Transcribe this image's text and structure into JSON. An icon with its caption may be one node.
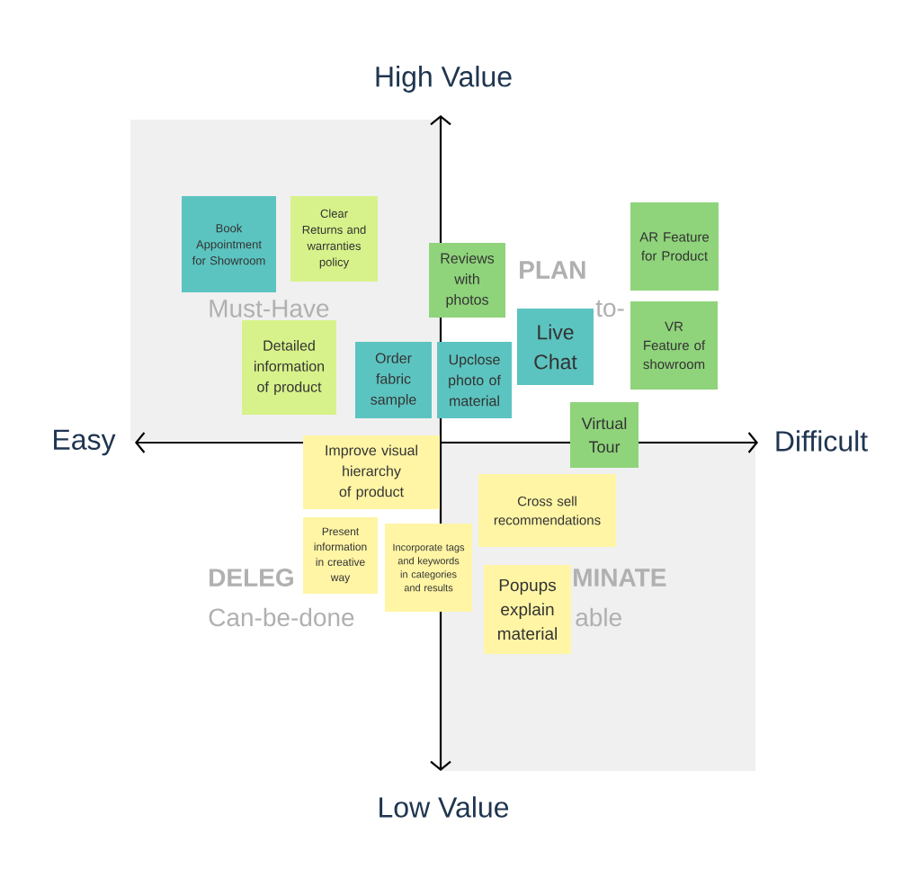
{
  "diagram": {
    "nodes": [
      {
        "text": [
          "Book Appointment for Showroom"
        ]
      },
      {
        "text": [
          "Clear Returns and warranties policy"
        ]
      },
      {
        "text": [
          "Reviews with photos"
        ]
      },
      {
        "text": [
          "AR Feature for Product"
        ]
      },
      {
        "text": [
          "Live Chat"
        ]
      },
      {
        "text": [
          "VR Feature of showroom"
        ]
      },
      {
        "text": [
          "Detailed information of product"
        ]
      },
      {
        "text": [
          "Order fabric sample"
        ]
      },
      {
        "text": [
          "Upclose photo of material"
        ]
      },
      {
        "text": [
          "Virtual Tour"
        ]
      },
      {
        "text": [
          "Improve visual hierarchy of product"
        ]
      },
      {
        "text": [
          "Cross sell recommendations"
        ]
      },
      {
        "text": [
          "Present information in creative way"
        ]
      },
      {
        "text": [
          "Incorporate tags and keywords in categories and results"
        ]
      },
      {
        "text": [
          "Popups explain material"
        ]
      }
    ],
    "labels": [
      "High Value",
      "Easy",
      "Difficult",
      "Low Value",
      "Must-Have",
      "PLAN",
      "to-",
      "DELEG",
      "Can-be-done",
      "MINATE",
      "able"
    ]
  }
}
